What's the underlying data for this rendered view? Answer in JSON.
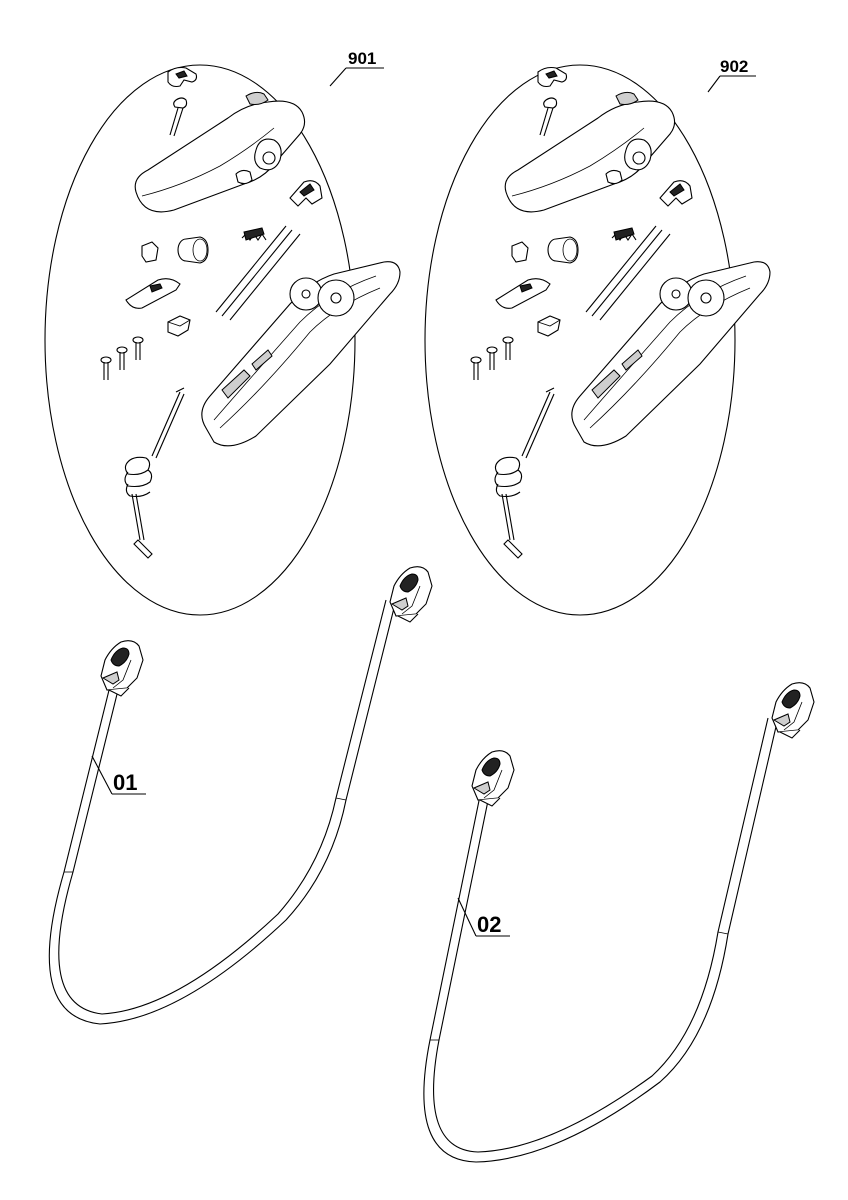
{
  "callouts": {
    "assembly_left": "901",
    "assembly_right": "902",
    "boom_left": "01",
    "boom_right": "02"
  }
}
